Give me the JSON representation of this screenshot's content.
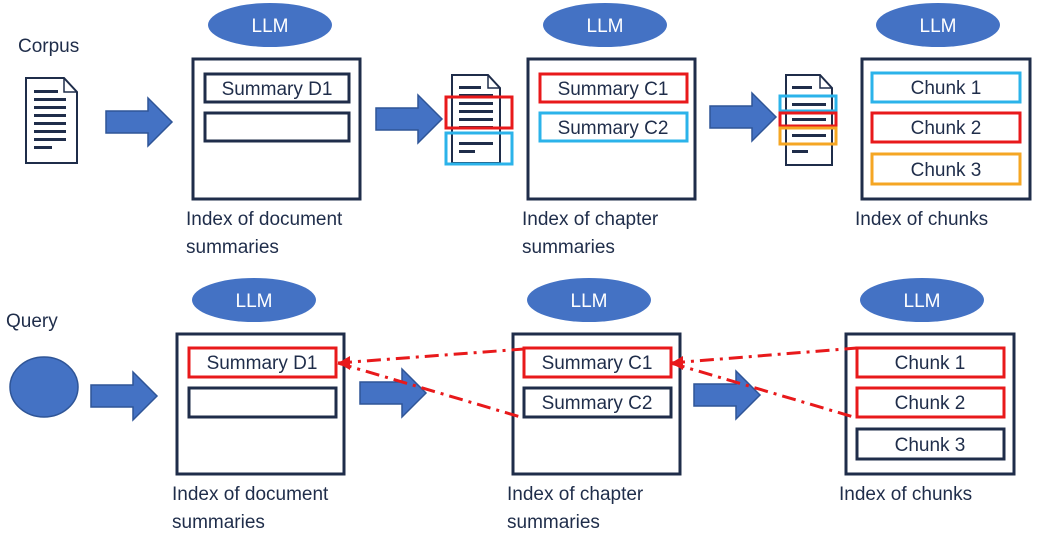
{
  "colors": {
    "llm_fill": "#4472c4",
    "llm_text": "#ffffff",
    "arrow": "#4472c4",
    "frame": "#1f2d4a",
    "red": "#e8191b",
    "blue": "#2bb3ea",
    "orange": "#f5a623"
  },
  "top_row": {
    "corpus_label": "Corpus",
    "document_icon": "document-icon",
    "panels": [
      {
        "llm": "LLM",
        "items": [
          "Summary D1",
          ""
        ],
        "caption": [
          "Index of document",
          "summaries"
        ]
      },
      {
        "llm": "LLM",
        "items": [
          "Summary C1",
          "Summary C2"
        ],
        "caption": [
          "Index of chapter",
          "summaries"
        ]
      },
      {
        "llm": "LLM",
        "items": [
          "Chunk 1",
          "Chunk 2",
          "Chunk 3"
        ],
        "caption": [
          "Index of chunks"
        ]
      }
    ]
  },
  "bottom_row": {
    "query_label": "Query",
    "panels": [
      {
        "llm": "LLM",
        "items": [
          "Summary D1",
          ""
        ],
        "caption": [
          "Index of document",
          "summaries"
        ]
      },
      {
        "llm": "LLM",
        "items": [
          "Summary C1",
          "Summary C2"
        ],
        "caption": [
          "Index of chapter",
          "summaries"
        ]
      },
      {
        "llm": "LLM",
        "items": [
          "Chunk 1",
          "Chunk 2",
          "Chunk 3"
        ],
        "caption": [
          "Index of chunks"
        ]
      }
    ]
  }
}
